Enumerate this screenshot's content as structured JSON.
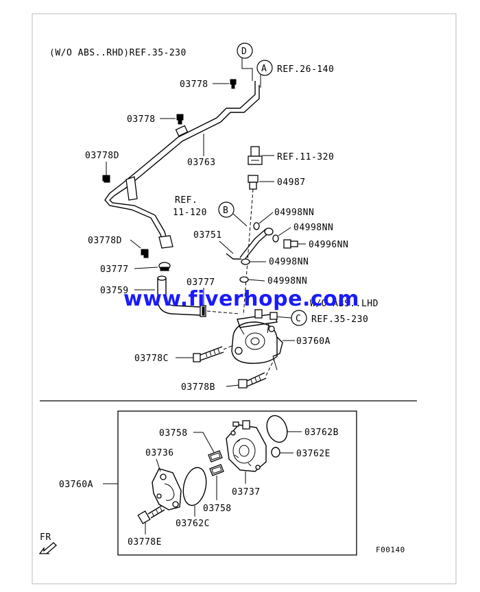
{
  "header": {
    "wo_abs_rhd_ref": "(W/O ABS..RHD)REF.35-230",
    "wo_abs_lhd": "W/O ABS..LHD"
  },
  "refs": {
    "A": {
      "letter": "A",
      "text": "REF.26-140"
    },
    "B": {
      "letter": "B",
      "text_line1": "REF.",
      "text_line2": "11-120"
    },
    "C": {
      "letter": "C",
      "text": "REF.35-230"
    },
    "D": {
      "letter": "D"
    },
    "ref_11_320": "REF.11-320"
  },
  "parts": {
    "p03778_top": "03778",
    "p03778_mid": "03778",
    "p03763": "03763",
    "p03778D_a": "03778D",
    "p03778D_b": "03778D",
    "p03777_a": "03777",
    "p03759": "03759",
    "p03777_b": "03777",
    "p04987": "04987",
    "p04998NN_1": "04998NN",
    "p04998NN_2": "04998NN",
    "p04996NN": "04996NN",
    "p03751": "03751",
    "p04998NN_3": "04998NN",
    "p04998NN_4": "04998NN",
    "p03760A_top": "03760A",
    "p03778C": "03778C",
    "p03778B": "03778B",
    "p03758_a": "03758",
    "p03736": "03736",
    "p03760A_inset": "03760A",
    "p03737": "03737",
    "p03758_b": "03758",
    "p03762C": "03762C",
    "p03762B": "03762B",
    "p03762E": "03762E",
    "p03778E": "03778E"
  },
  "footer": {
    "fr": "FR",
    "figure_code": "F00140"
  },
  "watermark": "www.fiverhope.com"
}
